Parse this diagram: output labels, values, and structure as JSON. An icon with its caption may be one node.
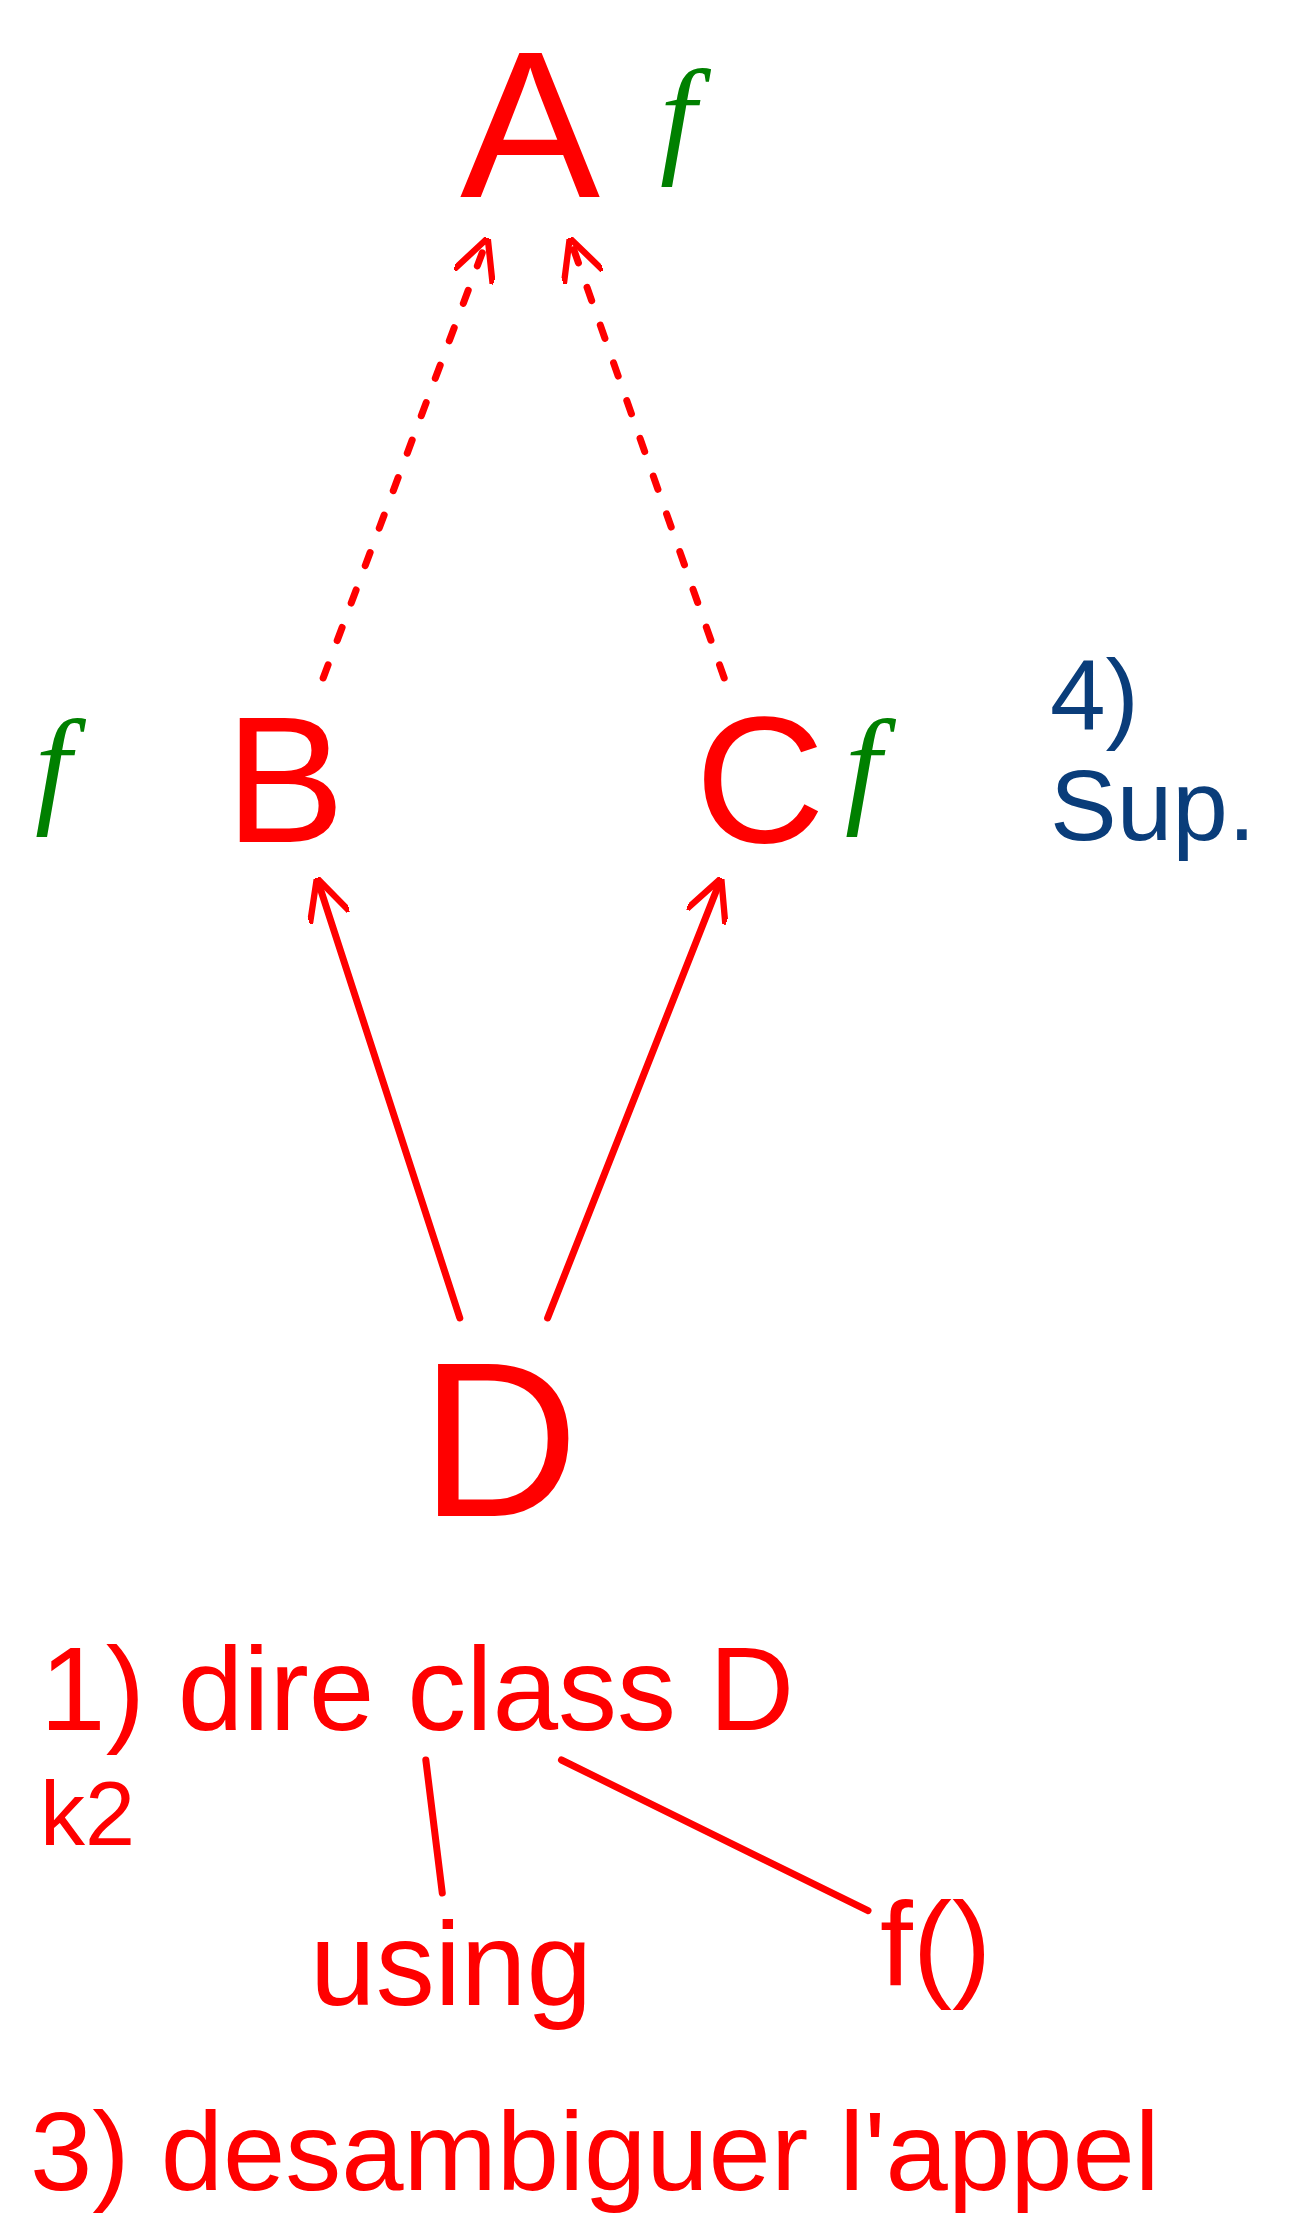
{
  "diagram": {
    "nodes": [
      {
        "text": [
          "A"
        ],
        "beside": [
          "f"
        ]
      },
      {
        "text": [
          "B"
        ],
        "beside": [
          "f"
        ]
      },
      {
        "text": [
          "C"
        ],
        "beside": [
          "f"
        ]
      },
      {
        "text": [
          "D"
        ]
      },
      {
        "text": [
          "1) dire class D"
        ]
      },
      {
        "text": [
          "using"
        ]
      },
      {
        "text": [
          "f()"
        ]
      }
    ],
    "edges": [
      {
        "from": 1,
        "to": 0,
        "arrow": "to",
        "style": "dashed"
      },
      {
        "from": 2,
        "to": 0,
        "arrow": "to",
        "style": "dashed"
      },
      {
        "from": 3,
        "to": 1,
        "arrow": "to"
      },
      {
        "from": 3,
        "to": 2,
        "arrow": "to"
      },
      {
        "from": 4,
        "to": 5,
        "arrow": "none"
      },
      {
        "from": 4,
        "to": 6,
        "arrow": "none"
      }
    ],
    "labels": [
      "4) Sup.",
      "k2",
      "3) desambiguer l'appel"
    ]
  }
}
